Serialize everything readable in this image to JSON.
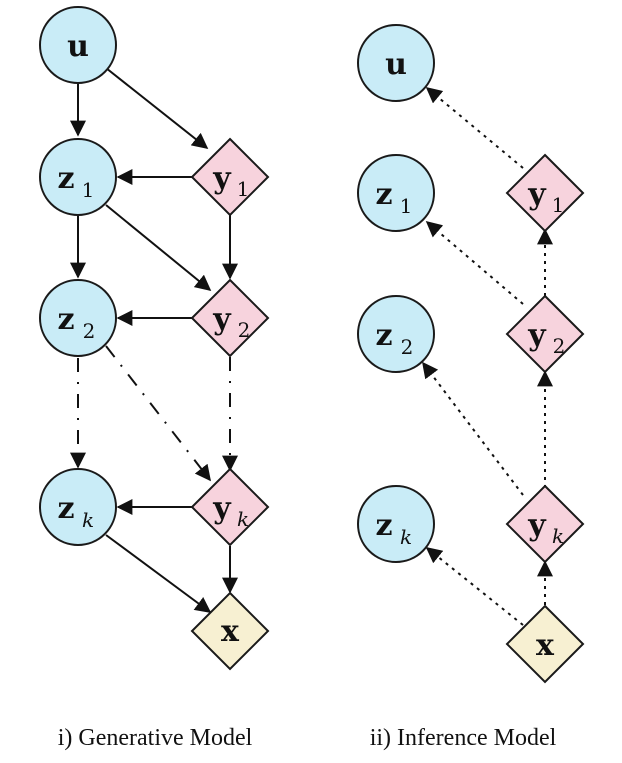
{
  "colors": {
    "latent_fill": "#c9ecf7",
    "latent_stroke": "#1a1a1a",
    "label_fill": "#f7d3dd",
    "observed_fill": "#f7f0d2",
    "edge": "#111111"
  },
  "generative": {
    "caption": "i) Generative Model",
    "nodes": {
      "u": {
        "main": "u",
        "sub": ""
      },
      "z1": {
        "main": "z",
        "sub": "1"
      },
      "z2": {
        "main": "z",
        "sub": "2"
      },
      "zk": {
        "main": "z",
        "sub": "k"
      },
      "y1": {
        "main": "y",
        "sub": "1"
      },
      "y2": {
        "main": "y",
        "sub": "2"
      },
      "yk": {
        "main": "y",
        "sub": "k"
      },
      "x": {
        "main": "x",
        "sub": ""
      }
    }
  },
  "inference": {
    "caption": "ii) Inference Model",
    "nodes": {
      "u": {
        "main": "u",
        "sub": ""
      },
      "z1": {
        "main": "z",
        "sub": "1"
      },
      "z2": {
        "main": "z",
        "sub": "2"
      },
      "zk": {
        "main": "z",
        "sub": "k"
      },
      "y1": {
        "main": "y",
        "sub": "1"
      },
      "y2": {
        "main": "y",
        "sub": "2"
      },
      "yk": {
        "main": "y",
        "sub": "k"
      },
      "x": {
        "main": "x",
        "sub": ""
      }
    }
  }
}
